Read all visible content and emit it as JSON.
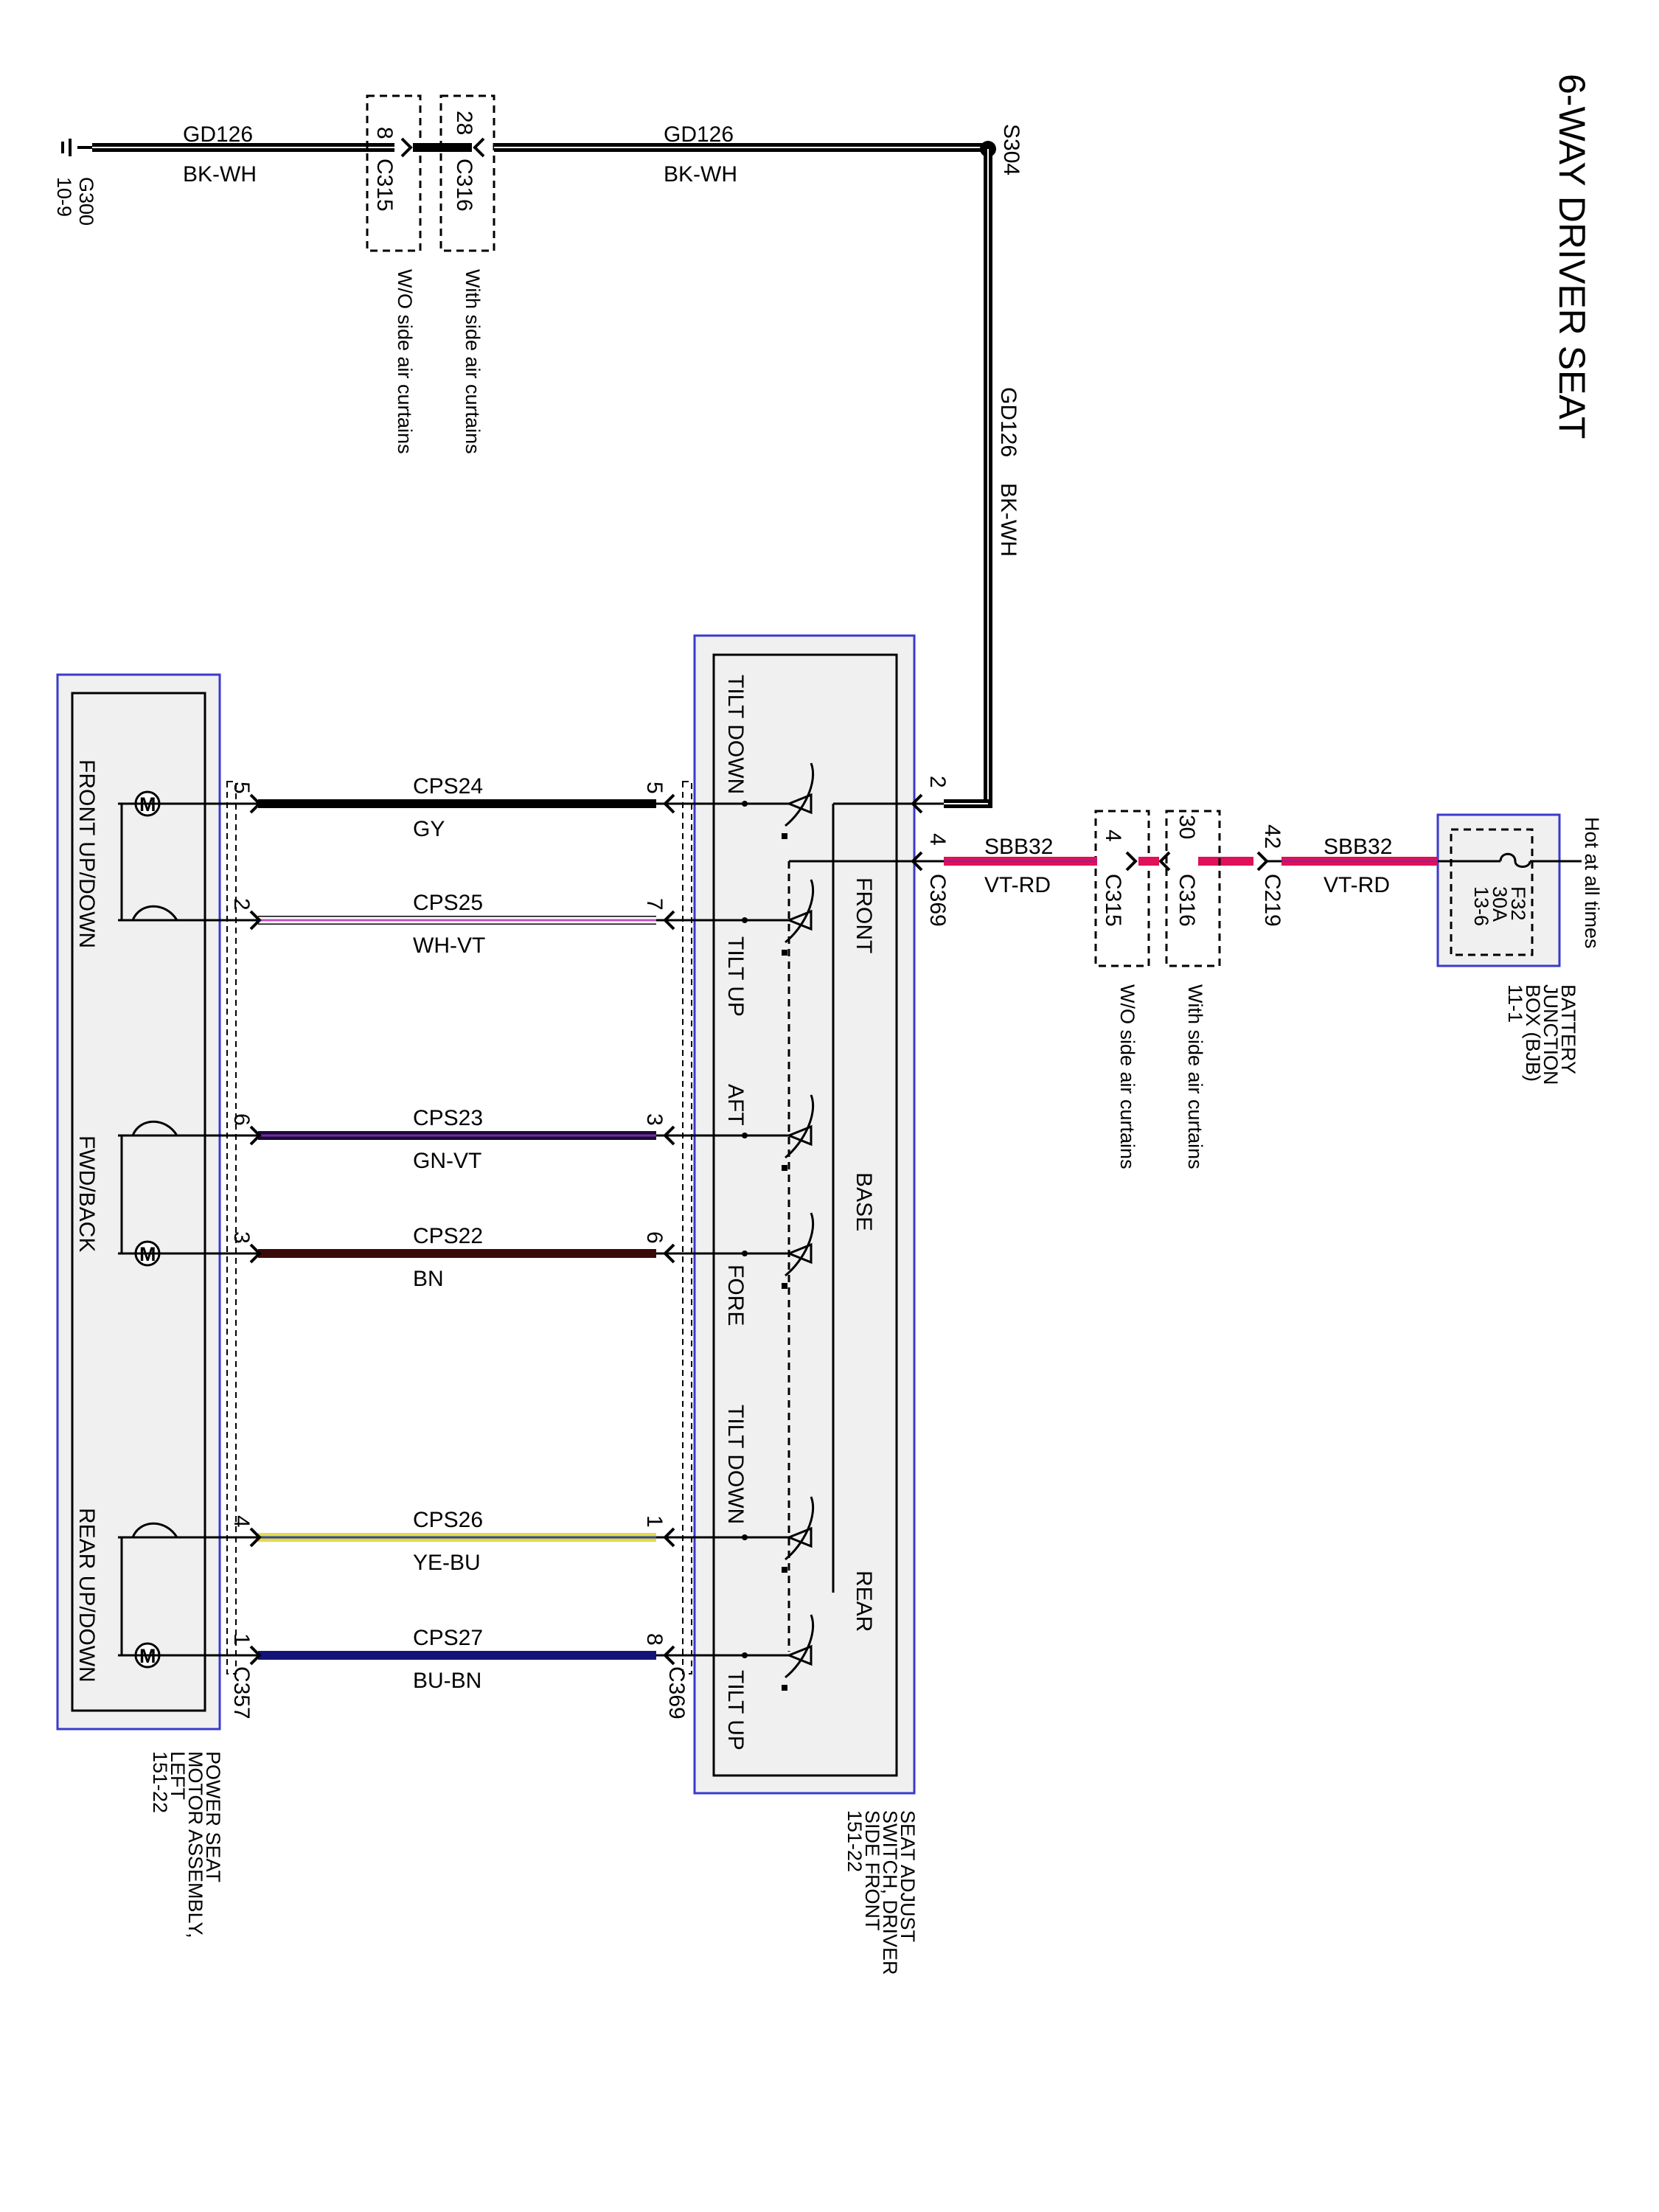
{
  "title": "6-WAY DRIVER SEAT",
  "ground": {
    "name": "G300",
    "page": "10-9",
    "circuit": "GD126",
    "color": "BK-WH",
    "splice": "S304"
  },
  "inline_connectors_top": [
    {
      "name": "C315",
      "pin": "8",
      "note": "W/O side air curtains"
    },
    {
      "name": "C316",
      "pin": "28",
      "note": "With side air curtains"
    }
  ],
  "power_feed": {
    "circuit": "SBB32",
    "color": "VT-RD",
    "hot_label": "Hot at all times",
    "fuse": "F32",
    "fuse_rating": "30A",
    "fuse_ref": "13-6",
    "bjb_name": "BATTERY JUNCTION BOX (BJB)",
    "bjb_lines": [
      "BATTERY",
      "JUNCTION",
      "BOX (BJB)",
      "11-1"
    ],
    "c219_pin": "42",
    "c219": "C219"
  },
  "inline_connectors_feed": [
    {
      "name": "C315",
      "pin": "4",
      "note": "W/O side air curtains"
    },
    {
      "name": "C316",
      "pin": "30",
      "note": "With side air curtains"
    }
  ],
  "switch": {
    "connector": "C369",
    "ground_pin": "2",
    "power_pin": "4",
    "labels": [
      "TILT DOWN",
      "TILT UP",
      "AFT",
      "FORE",
      "TILT DOWN",
      "TILT UP"
    ],
    "sections": [
      "FRONT",
      "BASE",
      "REAR"
    ],
    "name_lines": [
      "SEAT ADJUST",
      "SWITCH, DRIVER",
      "SIDE FRONT",
      "151-22"
    ]
  },
  "motor": {
    "connector": "C357",
    "labels": [
      "FRONT UP/DOWN",
      "FWD/BACK",
      "REAR UP/DOWN"
    ],
    "name_lines": [
      "POWER SEAT",
      "MOTOR ASSEMBLY,",
      "LEFT",
      "151-22"
    ]
  },
  "wires": [
    {
      "circuit": "CPS24",
      "color": "GY",
      "motor_pin": "5",
      "switch_pin": "5",
      "hex": "#000000",
      "stripe": ""
    },
    {
      "circuit": "CPS25",
      "color": "WH-VT",
      "motor_pin": "2",
      "switch_pin": "7",
      "hex": "#ffffff",
      "stripe": "#c050c0"
    },
    {
      "circuit": "CPS23",
      "color": "GN-VT",
      "motor_pin": "6",
      "switch_pin": "3",
      "hex": "#1a0a3a",
      "stripe": "#7a2aa0"
    },
    {
      "circuit": "CPS22",
      "color": "BN",
      "motor_pin": "3",
      "switch_pin": "6",
      "hex": "#3a0a0a",
      "stripe": ""
    },
    {
      "circuit": "CPS26",
      "color": "YE-BU",
      "motor_pin": "4",
      "switch_pin": "1",
      "hex": "#e8d84a",
      "stripe": "#2a4aa0"
    },
    {
      "circuit": "CPS27",
      "color": "BU-BN",
      "motor_pin": "1",
      "switch_pin": "8",
      "hex": "#141478",
      "stripe": ""
    }
  ]
}
